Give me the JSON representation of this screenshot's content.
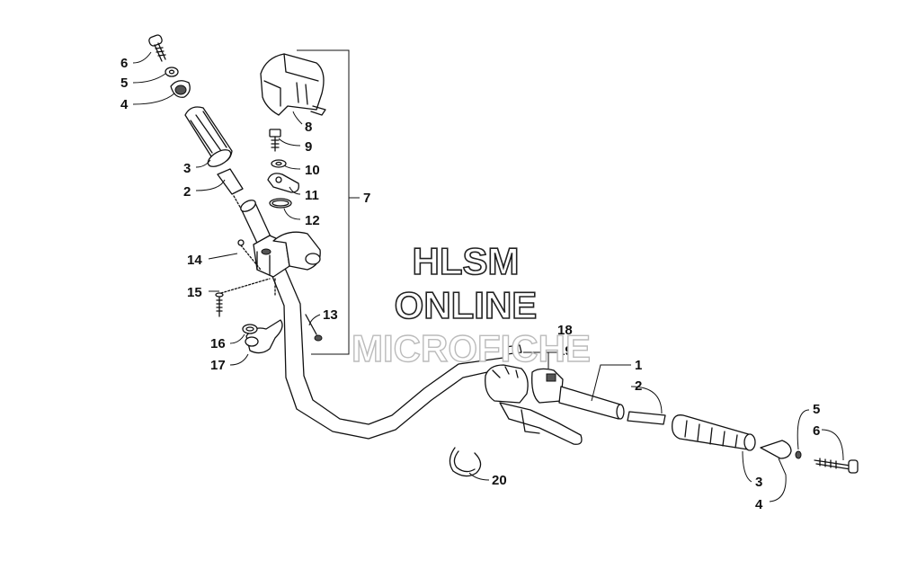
{
  "watermark": {
    "line1": "HLSM",
    "line2": "ONLINE",
    "line3": "MICROFICHE"
  },
  "callouts": {
    "c6_left": "6",
    "c5_left": "5",
    "c4_left": "4",
    "c3_left": "3",
    "c2_left": "2",
    "c8": "8",
    "c9": "9",
    "c10": "10",
    "c11": "11",
    "c12": "12",
    "c7": "7",
    "c14": "14",
    "c15": "15",
    "c13": "13",
    "c16": "16",
    "c17": "17",
    "c18": "18",
    "c19": "19",
    "c1": "1",
    "c2_right": "2",
    "c5_right": "5",
    "c6_right": "6",
    "c3_right": "3",
    "c4_right": "4",
    "c20": "20"
  }
}
